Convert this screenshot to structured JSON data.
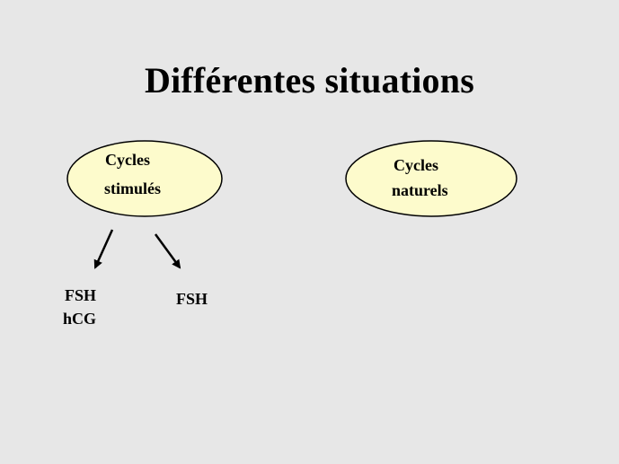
{
  "slide": {
    "title": "Différentes situations"
  },
  "diagram": {
    "node_stimules": {
      "line1": "Cycles",
      "line2": "stimulés"
    },
    "node_naturels": {
      "line1": "Cycles",
      "line2": "naturels"
    },
    "branch_left": {
      "line1": "FSH",
      "line2": "hCG"
    },
    "branch_right": {
      "line1": "FSH"
    },
    "colors": {
      "background": "#e7e7e7",
      "ellipse_fill": "#fdfbcc",
      "ellipse_stroke": "#000000",
      "text": "#000000"
    }
  }
}
